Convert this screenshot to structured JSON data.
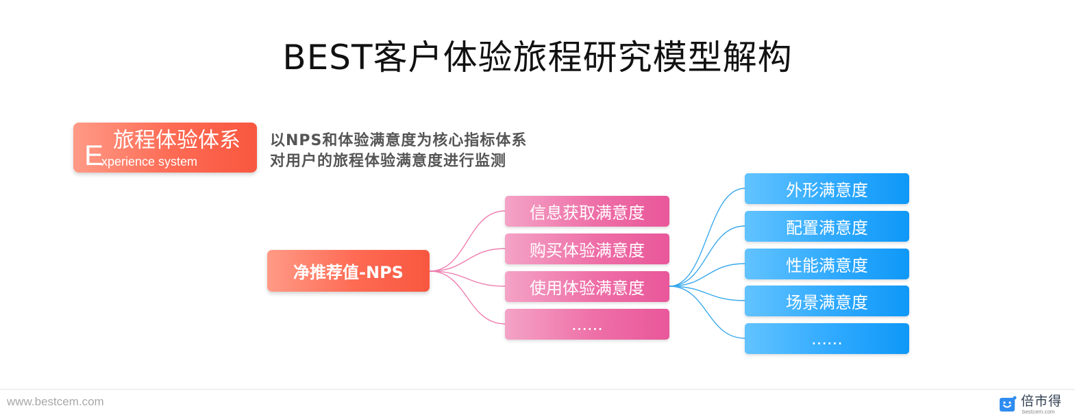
{
  "title": "BEST客户体验旅程研究模型解构",
  "system": {
    "letter": "E",
    "title": "旅程体验体系",
    "subtitle": "xperience system"
  },
  "description": [
    "以NPS和体验满意度为核心指标体系",
    "对用户的旅程体验满意度进行监测"
  ],
  "root": "净推荐值-NPS",
  "level2": [
    "信息获取满意度",
    "购买体验满意度",
    "使用体验满意度",
    "......"
  ],
  "level3": [
    "外形满意度",
    "配置满意度",
    "性能满意度",
    "场景满意度",
    "......"
  ],
  "colors": {
    "orange": "#fe6a53",
    "pink": "#ee6fa7",
    "blue": "#2ea9ff",
    "pink_line": "#ee7eb0",
    "blue_line": "#39a9ec"
  },
  "footer": {
    "url": "www.bestcem.com",
    "brand": "倍市得",
    "brand_sub": "bestcem.com",
    "brand_icon": "smile-logo-icon"
  }
}
